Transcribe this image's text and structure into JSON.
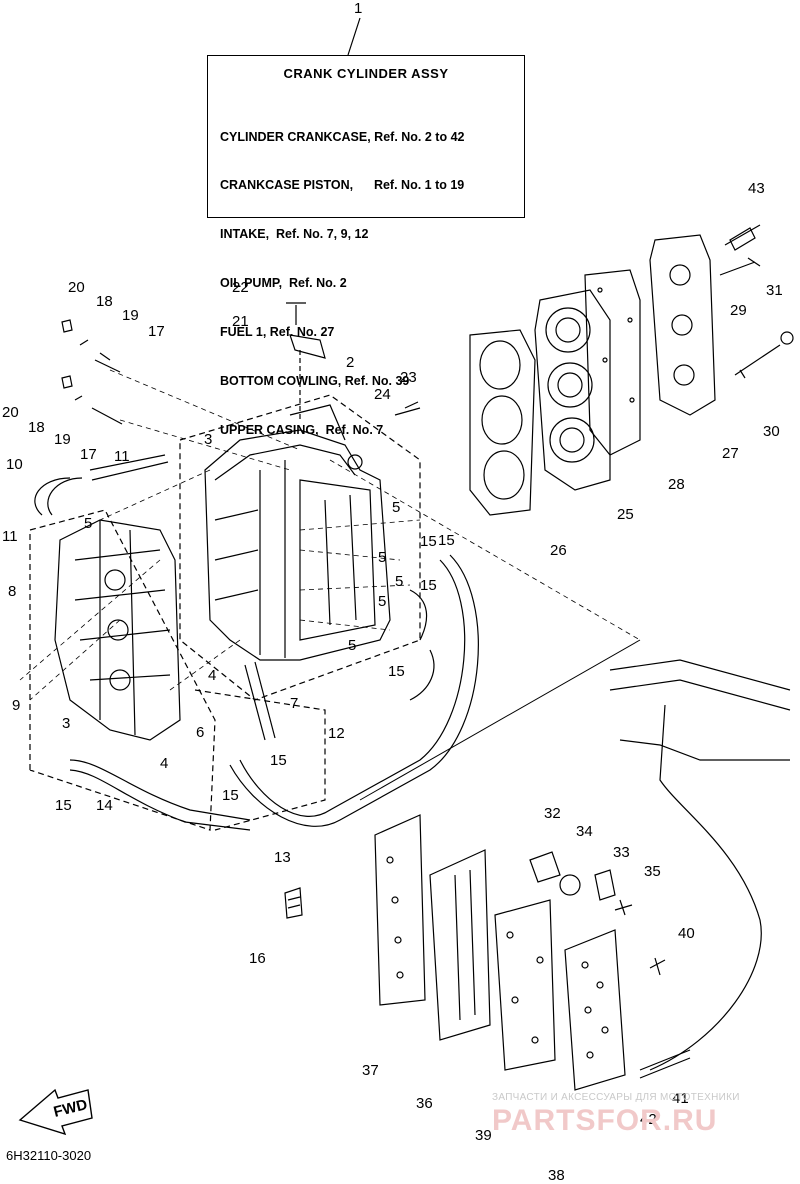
{
  "ref_box": {
    "callout": "1",
    "title": "CRANK CYLINDER ASSY",
    "lines": [
      "CYLINDER CRANKCASE, Ref. No. 2 to 42",
      "CRANKCASE PISTON,      Ref. No. 1 to 19",
      "INTAKE,  Ref. No. 7, 9, 12",
      "OIL PUMP,  Ref. No. 2",
      "FUEL 1, Ref. No. 27",
      "BOTTOM COWLING, Ref. No. 39",
      "UPPER CASING,  Ref. No. 7"
    ]
  },
  "callouts": [
    "2",
    "3",
    "3",
    "4",
    "4",
    "5",
    "5",
    "5",
    "5",
    "5",
    "5",
    "6",
    "7",
    "8",
    "9",
    "10",
    "11",
    "11",
    "12",
    "13",
    "14",
    "15",
    "15",
    "15",
    "15",
    "15",
    "15",
    "15",
    "16",
    "17",
    "17",
    "18",
    "18",
    "19",
    "19",
    "20",
    "20",
    "21",
    "22",
    "23",
    "24",
    "25",
    "26",
    "27",
    "28",
    "29",
    "30",
    "31",
    "32",
    "33",
    "34",
    "35",
    "36",
    "37",
    "38",
    "39",
    "40",
    "41",
    "42",
    "43"
  ],
  "fwd_label": "FWD",
  "part_code": "6H32110-3020",
  "watermark": {
    "small": "ЗАПЧАСТИ И АКСЕССУАРЫ ДЛЯ МОТОТЕХНИКИ",
    "large": "PARTSFOR.RU"
  }
}
